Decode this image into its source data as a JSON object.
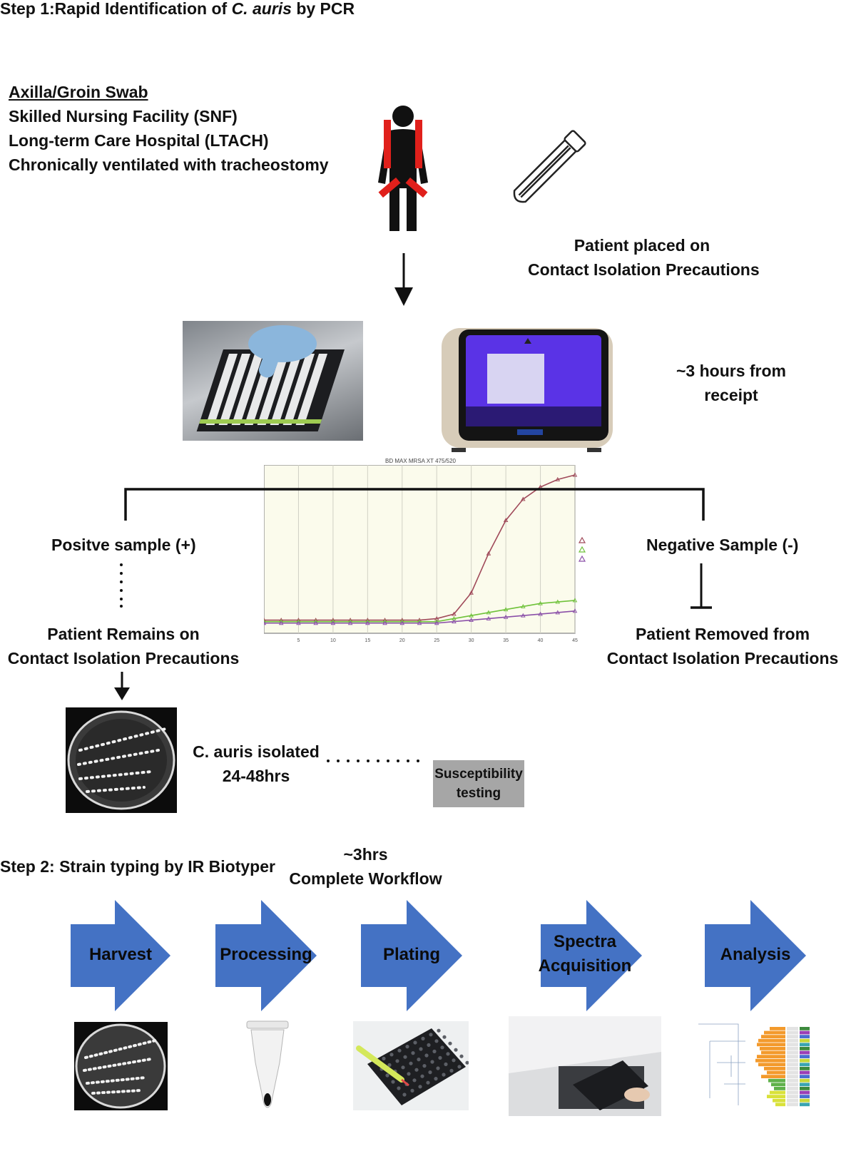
{
  "step1": {
    "title_prefix": "Step 1:Rapid Identification of ",
    "title_species": "C. auris",
    "title_suffix": " by PCR"
  },
  "criteria": [
    "Axilla/Groin Swab",
    "Skilled Nursing Facility (SNF)",
    "Long-term Care Hospital (LTACH)",
    "Chronically ventilated with tracheostomy"
  ],
  "isolation": {
    "line1": "Patient placed on",
    "line2": "Contact Isolation Precautions"
  },
  "timing": {
    "line1": "~3 hours from",
    "line2": "receipt"
  },
  "chart_title": "BD MAX MRSA XT 475/520",
  "chart_data": {
    "type": "line",
    "title": "BD MAX MRSA XT 475/520",
    "x": [
      0,
      2.5,
      5,
      7.5,
      10,
      12.5,
      15,
      17.5,
      20,
      22.5,
      25,
      27.5,
      30,
      32.5,
      35,
      37.5,
      40,
      42.5,
      45
    ],
    "xticks": [
      "5",
      "10",
      "15",
      "20",
      "25",
      "30",
      "35",
      "40",
      "45"
    ],
    "xlim": [
      0,
      45
    ],
    "ylim": [
      0,
      100
    ],
    "grid": true,
    "legend": "right",
    "series": [
      {
        "color": "#a04a5a",
        "values": [
          4,
          4,
          4,
          4,
          4,
          4,
          4,
          4,
          4,
          4,
          5,
          8,
          22,
          48,
          70,
          84,
          92,
          97,
          100
        ]
      },
      {
        "color": "#6fc23a",
        "values": [
          3,
          3,
          3,
          3,
          3,
          3,
          3,
          3,
          3,
          3,
          3,
          5,
          7,
          9,
          11,
          13,
          15,
          16,
          17
        ]
      },
      {
        "color": "#8a4fa8",
        "values": [
          2,
          2,
          2,
          2,
          2,
          2,
          2,
          2,
          2,
          2,
          2,
          3,
          4,
          5,
          6,
          7,
          8,
          9,
          10
        ]
      }
    ]
  },
  "positive": {
    "label": "Positve sample (+)",
    "result1": "Patient Remains on",
    "result2": "Contact Isolation Precautions"
  },
  "negative": {
    "label": "Negative Sample (-)",
    "result1": "Patient Removed from",
    "result2": "Contact Isolation Precautions"
  },
  "isolated": {
    "line1": "C. auris isolated",
    "line2": "24-48hrs"
  },
  "susceptibility": {
    "line1": "Susceptibility",
    "line2": "testing"
  },
  "step2": {
    "title": "Step 2: Strain typing by IR Biotyper",
    "workflow1": "~3hrs",
    "workflow2": "Complete Workflow"
  },
  "workflow_steps": [
    {
      "label": "Harvest"
    },
    {
      "label": "Processing"
    },
    {
      "label": "Plating"
    },
    {
      "label1": "Spectra",
      "label2": "Acquisition"
    },
    {
      "label": "Analysis"
    }
  ],
  "colors": {
    "arrow_blue": "#4472c4",
    "box_gray": "#a6a6a6",
    "accent_red": "#e0201b"
  }
}
